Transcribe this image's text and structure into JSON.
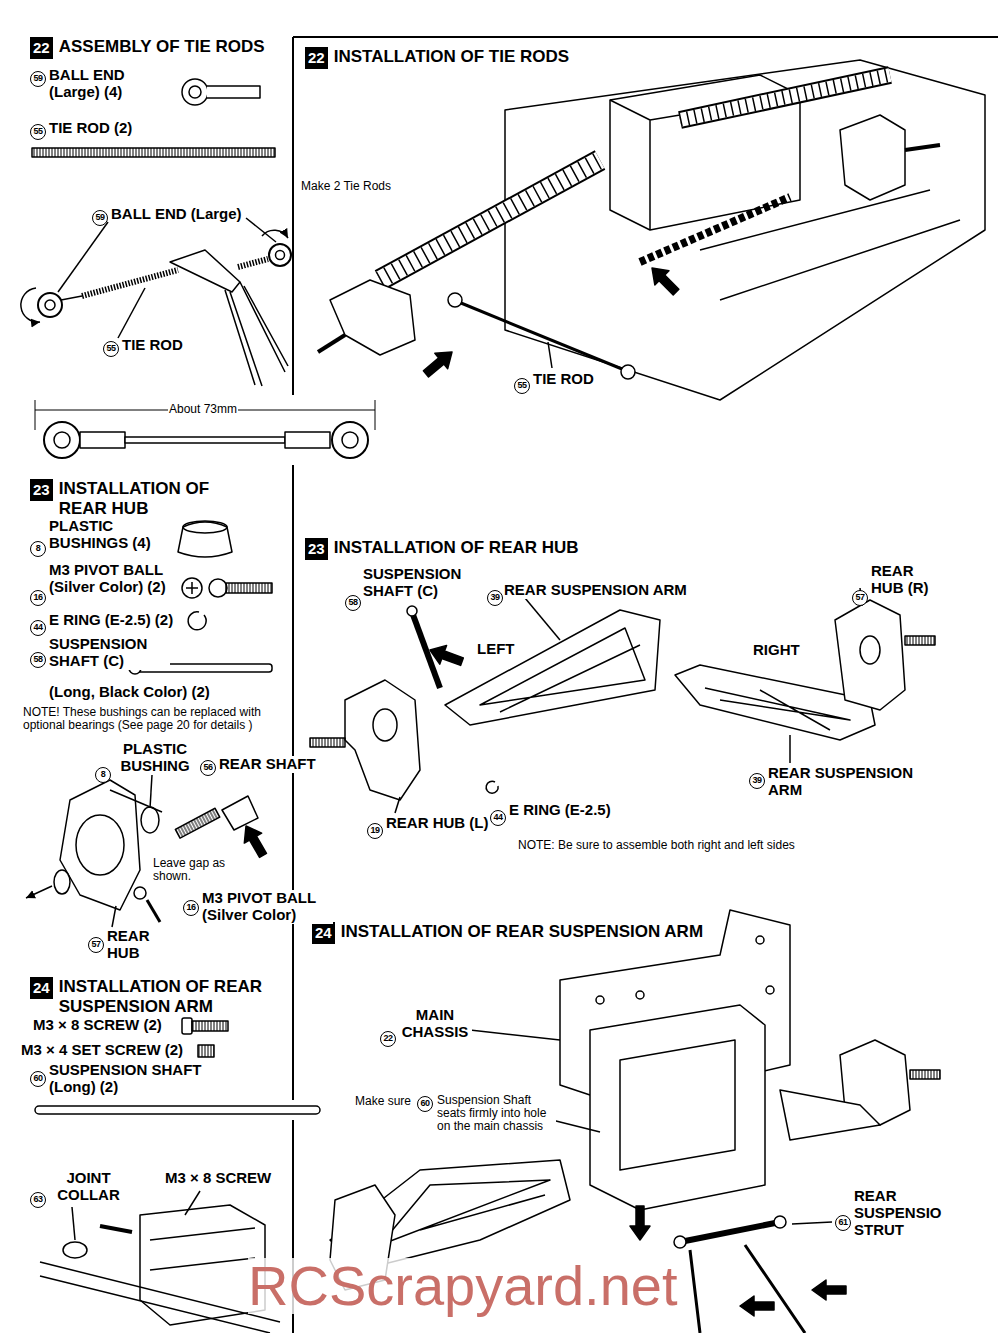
{
  "diagram": {
    "nodes": [
      {
        "text": [
          "22",
          "ASSEMBLY OF TIE RODS"
        ]
      },
      {
        "text": [
          "23",
          "INSTALLATION OF REAR HUB"
        ]
      },
      {
        "text": [
          "24",
          "INSTALLATION OF REAR SUSPENSION ARM"
        ]
      },
      {
        "text": [
          "22",
          "INSTALLATION OF TIE RODS"
        ]
      },
      {
        "text": [
          "23",
          "INSTALLATION OF REAR HUB"
        ]
      },
      {
        "text": [
          "24",
          "INSTALLATION OF REAR SUSPENSION ARM"
        ]
      }
    ],
    "labels": [
      "59",
      "BALL END (Large) (4)",
      "55",
      "TIE ROD (2)",
      "Make 2 Tie Rods",
      "59",
      "BALL END (Large)",
      "55",
      "TIE ROD",
      "About 73mm",
      "8",
      "PLASTIC BUSHINGS (4)",
      "16",
      "M3 PIVOT BALL (Silver Color) (2)",
      "44",
      "E RING (E-2.5) (2)",
      "58",
      "SUSPENSION SHAFT (C)",
      "(Long, Black Color) (2)",
      "NOTE! These bushings can be replaced with optional bearings (See page 20 for details )",
      "8",
      "PLASTIC BUSHING",
      "56",
      "REAR SHAFT",
      "Leave gap as shown.",
      "16",
      "M3 PIVOT BALL (Silver Color)",
      "57",
      "REAR HUB",
      "M3 × 8 SCREW (2)",
      "M3 × 4 SET SCREW (2)",
      "60",
      "SUSPENSION SHAFT (Long) (2)",
      "JOINT COLLAR",
      "63",
      "M3 × 8 SCREW",
      "55",
      "TIE ROD",
      "58",
      "SUSPENSION SHAFT (C)",
      "39",
      "REAR SUSPENSION ARM",
      "57",
      "REAR HUB (R)",
      "LEFT",
      "RIGHT",
      "39",
      "REAR SUSPENSION ARM",
      "19",
      "REAR HUB (L)",
      "44",
      "E RING (E-2.5)",
      "NOTE: Be sure to assemble both right and left sides",
      "22",
      "MAIN CHASSIS",
      "Make sure",
      "60",
      "Suspension Shaft seats firmly into hole on the main chassis",
      "61",
      "REAR SUSPENSIO STRUT",
      "RCScrapyard.net"
    ]
  }
}
